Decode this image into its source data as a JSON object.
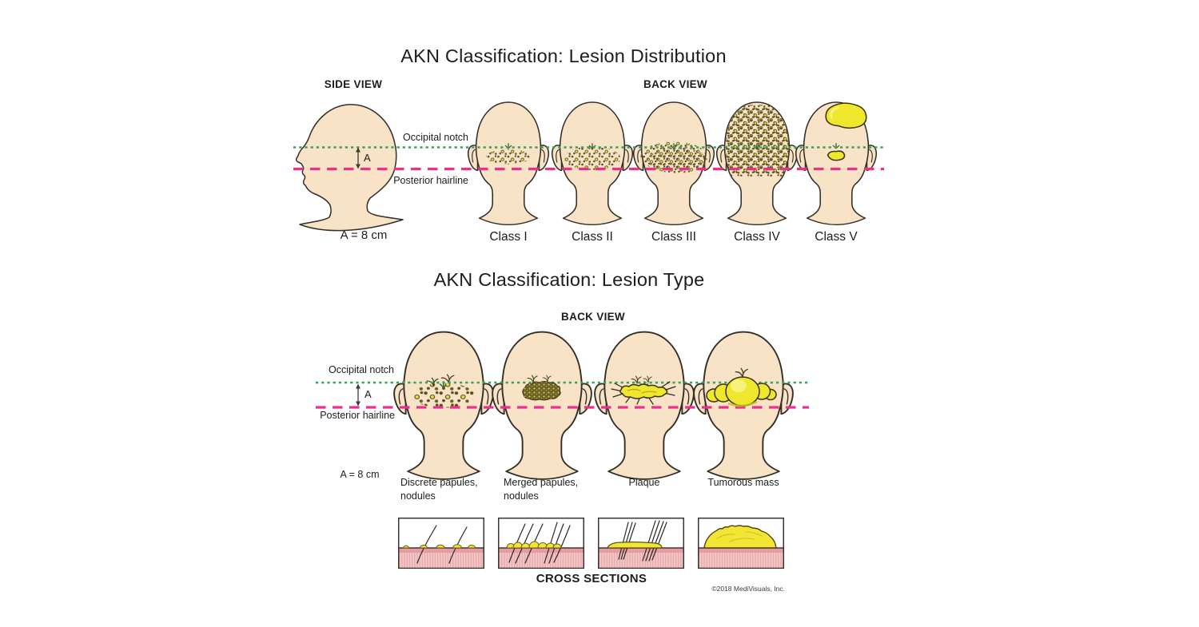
{
  "colors": {
    "skin": "#f8e3c6",
    "outline": "#332f28",
    "occipital_line_green": "#36a15b",
    "hairline_magenta": "#e8318c",
    "lesion_yellow": "#efe62e",
    "lesion_dot_dark": "#554a1e",
    "dermis_pink": "#f4c6c7"
  },
  "distribution": {
    "title": "AKN Classification: Lesion Distribution",
    "side_view": "SIDE VIEW",
    "back_view": "BACK VIEW",
    "occipital_notch": "Occipital notch",
    "posterior_hairline": "Posterior hairline",
    "a_label": "A",
    "a_value": "A = 8 cm",
    "classes": [
      "Class I",
      "Class II",
      "Class III",
      "Class IV",
      "Class V"
    ]
  },
  "type": {
    "title": "AKN Classification: Lesion Type",
    "back_view": "BACK VIEW",
    "occipital_notch": "Occipital notch",
    "posterior_hairline": "Posterior hairline",
    "a_label": "A",
    "a_value": "A = 8 cm",
    "types": [
      {
        "line1": "Discrete papules,",
        "line2": "nodules"
      },
      {
        "line1": "Merged papules,",
        "line2": "nodules"
      },
      {
        "line1": "Plaque",
        "line2": ""
      },
      {
        "line1": "Tumorous mass",
        "line2": ""
      }
    ]
  },
  "cross_sections": {
    "label": "CROSS SECTIONS"
  },
  "footer": {
    "copyright": "©2018 MediVisuals, Inc."
  }
}
